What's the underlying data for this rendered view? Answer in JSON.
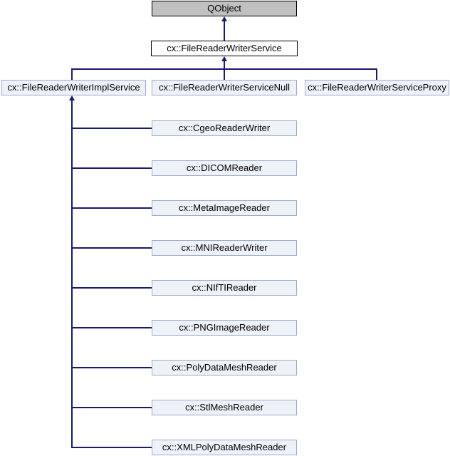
{
  "diagram": {
    "type": "class-inheritance-graph",
    "colors": {
      "base_node_fill": "#c0c0c0",
      "current_node_fill": "#ffffff",
      "main_node_border": "#000000",
      "derived_node_fill": "#edf1f8",
      "derived_node_border": "#a0aac8",
      "edge_color": "#191970",
      "text_color": "#000000"
    },
    "nodes": {
      "qobject": {
        "label": "QObject"
      },
      "service": {
        "label": "cx::FileReaderWriterService"
      },
      "impl": {
        "label": "cx::FileReaderWriterImplService"
      },
      "null": {
        "label": "cx::FileReaderWriterServiceNull"
      },
      "proxy": {
        "label": "cx::FileReaderWriterServiceProxy"
      },
      "cgeo": {
        "label": "cx::CgeoReaderWriter"
      },
      "dicom": {
        "label": "cx::DICOMReader"
      },
      "meta": {
        "label": "cx::MetaImageReader"
      },
      "mni": {
        "label": "cx::MNIReaderWriter"
      },
      "nifti": {
        "label": "cx::NIfTIReader"
      },
      "png": {
        "label": "cx::PNGImageReader"
      },
      "poly": {
        "label": "cx::PolyDataMeshReader"
      },
      "stl": {
        "label": "cx::StlMeshReader"
      },
      "xml": {
        "label": "cx::XMLPolyDataMeshReader"
      }
    },
    "edges": [
      {
        "derived": "cx::FileReaderWriterService",
        "base": "QObject"
      },
      {
        "derived": "cx::FileReaderWriterImplService",
        "base": "cx::FileReaderWriterService"
      },
      {
        "derived": "cx::FileReaderWriterServiceNull",
        "base": "cx::FileReaderWriterService"
      },
      {
        "derived": "cx::FileReaderWriterServiceProxy",
        "base": "cx::FileReaderWriterService"
      },
      {
        "derived": "cx::CgeoReaderWriter",
        "base": "cx::FileReaderWriterImplService"
      },
      {
        "derived": "cx::DICOMReader",
        "base": "cx::FileReaderWriterImplService"
      },
      {
        "derived": "cx::MetaImageReader",
        "base": "cx::FileReaderWriterImplService"
      },
      {
        "derived": "cx::MNIReaderWriter",
        "base": "cx::FileReaderWriterImplService"
      },
      {
        "derived": "cx::NIfTIReader",
        "base": "cx::FileReaderWriterImplService"
      },
      {
        "derived": "cx::PNGImageReader",
        "base": "cx::FileReaderWriterImplService"
      },
      {
        "derived": "cx::PolyDataMeshReader",
        "base": "cx::FileReaderWriterImplService"
      },
      {
        "derived": "cx::StlMeshReader",
        "base": "cx::FileReaderWriterImplService"
      },
      {
        "derived": "cx::XMLPolyDataMeshReader",
        "base": "cx::FileReaderWriterImplService"
      }
    ]
  }
}
